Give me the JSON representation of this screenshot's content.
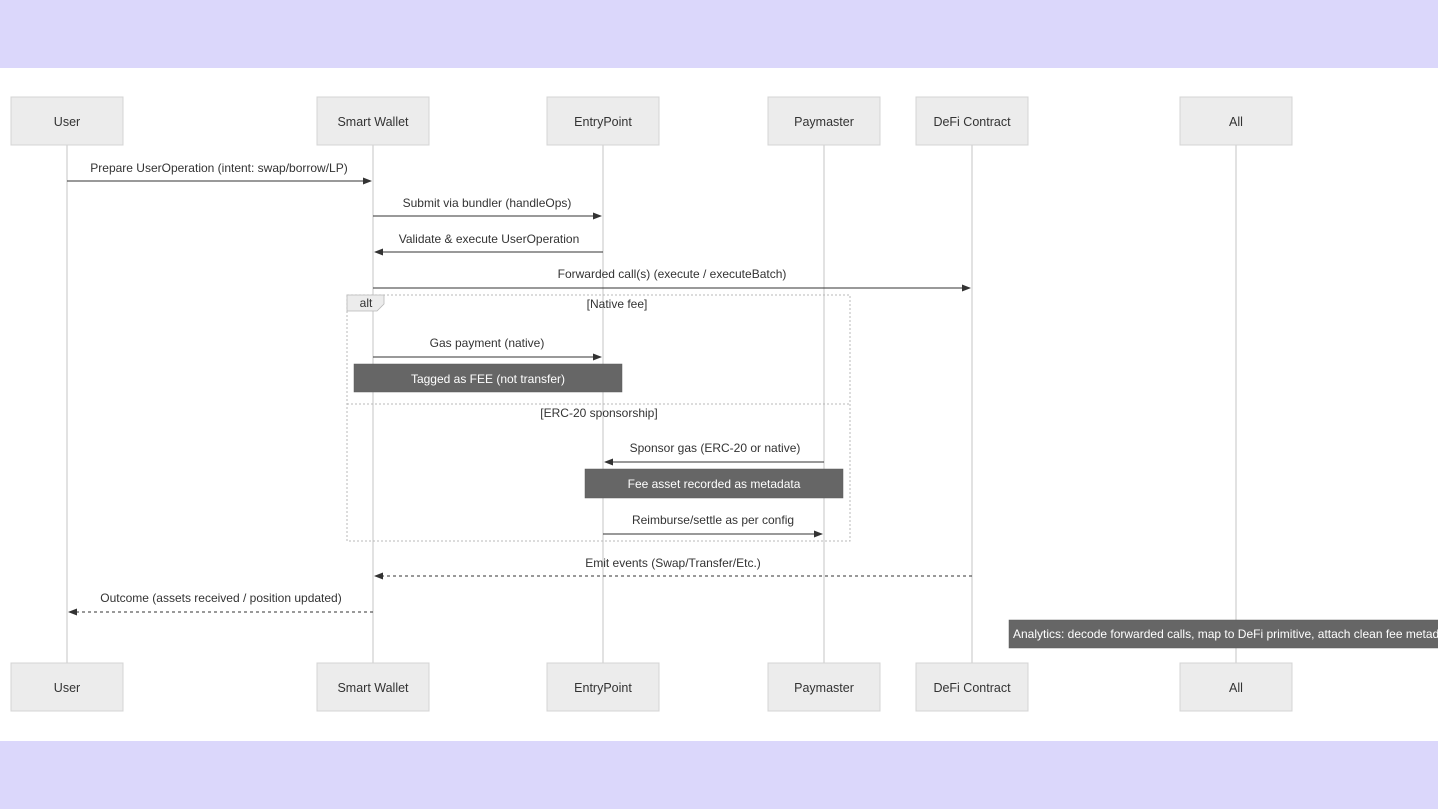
{
  "participants": [
    {
      "id": "user",
      "label": "User"
    },
    {
      "id": "wallet",
      "label": "Smart Wallet"
    },
    {
      "id": "entry",
      "label": "EntryPoint"
    },
    {
      "id": "paymaster",
      "label": "Paymaster"
    },
    {
      "id": "defi",
      "label": "DeFi Contract"
    },
    {
      "id": "all",
      "label": "All"
    }
  ],
  "messages": [
    {
      "id": "m1",
      "from": "user",
      "to": "wallet",
      "label": "Prepare UserOperation (intent: swap/borrow/LP)",
      "style": "solid"
    },
    {
      "id": "m2",
      "from": "wallet",
      "to": "entry",
      "label": "Submit via bundler (handleOps)",
      "style": "solid"
    },
    {
      "id": "m3",
      "from": "entry",
      "to": "wallet",
      "label": "Validate & execute UserOperation",
      "style": "solid"
    },
    {
      "id": "m4",
      "from": "wallet",
      "to": "defi",
      "label": "Forwarded call(s) (execute / executeBatch)",
      "style": "solid"
    },
    {
      "id": "m5",
      "from": "wallet",
      "to": "entry",
      "label": "Gas payment (native)",
      "style": "solid"
    },
    {
      "id": "m6",
      "from": "paymaster",
      "to": "entry",
      "label": "Sponsor gas (ERC-20 or native)",
      "style": "solid"
    },
    {
      "id": "m7",
      "from": "entry",
      "to": "paymaster",
      "label": "Reimburse/settle as per config",
      "style": "solid"
    },
    {
      "id": "m8",
      "from": "defi",
      "to": "wallet",
      "label": "Emit events (Swap/Transfer/Etc.)",
      "style": "dashed"
    },
    {
      "id": "m9",
      "from": "wallet",
      "to": "user",
      "label": "Outcome (assets received / position updated)",
      "style": "dashed"
    }
  ],
  "alt_block": {
    "keyword": "alt",
    "branches": [
      "[Native fee]",
      "[ERC-20 sponsorship]"
    ]
  },
  "notes": [
    {
      "id": "n1",
      "text": "Tagged as FEE (not transfer)"
    },
    {
      "id": "n2",
      "text": "Fee asset recorded as metadata"
    },
    {
      "id": "n3",
      "text": "Analytics: decode forwarded calls, map to DeFi primitive, attach clean fee metadata"
    }
  ],
  "colors": {
    "band": "#dbd7fb",
    "actor_fill": "#ececec",
    "actor_border": "#d4d4d4",
    "lifeline": "#cfcfcf",
    "arrow": "#333333",
    "note_fill": "#666666",
    "note_text": "#ffffff",
    "alt_border": "#b8b8b8"
  }
}
